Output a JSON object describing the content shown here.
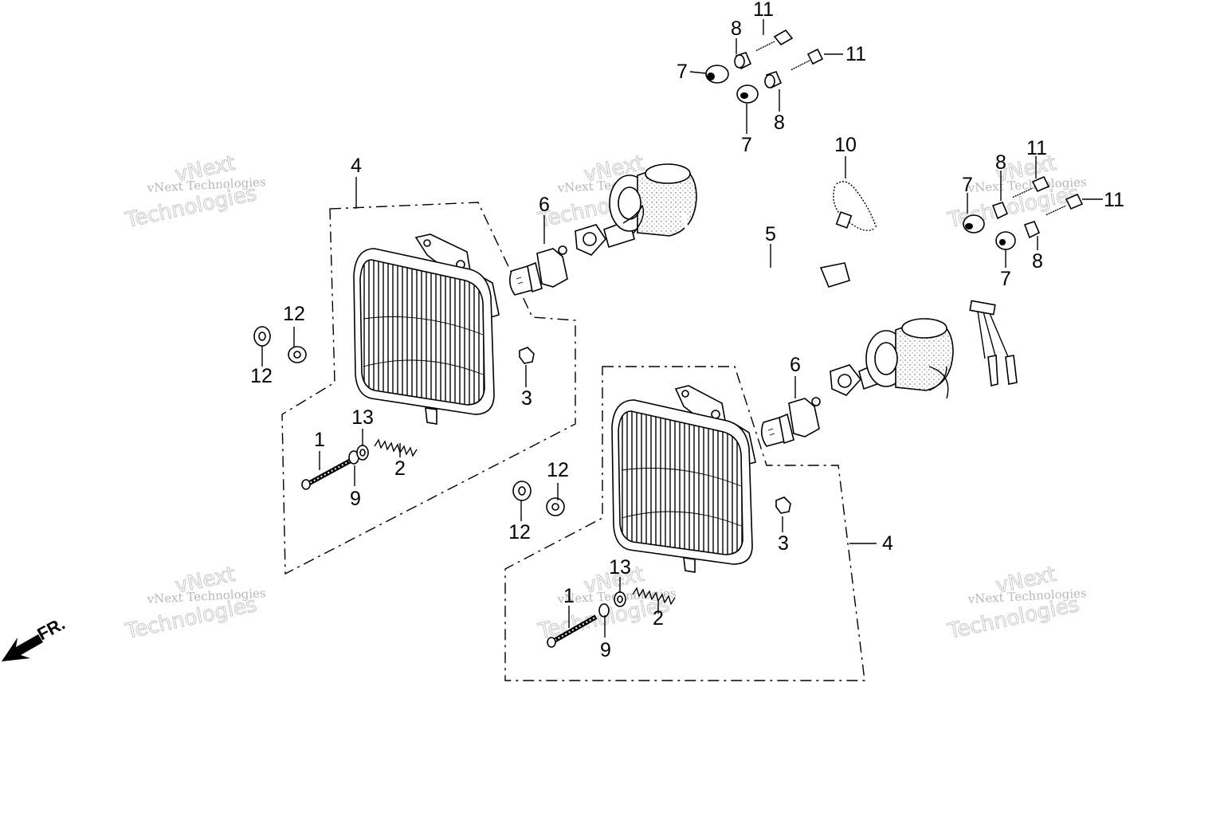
{
  "diagram": {
    "callouts": {
      "c1a": "1",
      "c2a": "2",
      "c3a": "3",
      "c4a": "4",
      "c6a": "6",
      "c9a": "9",
      "c12a": "12",
      "c12b": "12",
      "c13a": "13",
      "c1b": "1",
      "c2b": "2",
      "c3b": "3",
      "c4b": "4",
      "c6b": "6",
      "c9b": "9",
      "c12c": "12",
      "c12d": "12",
      "c13b": "13",
      "c5": "5",
      "c10": "10",
      "c7a": "7",
      "c7b": "7",
      "c8a": "8",
      "c8b": "8",
      "c11a": "11",
      "c11b": "11",
      "c7c": "7",
      "c7d": "7",
      "c8c": "8",
      "c8d": "8",
      "c11c": "11",
      "c11d": "11"
    },
    "direction_label": "FR.",
    "watermark": {
      "line1": "vNext Technologies",
      "line2": "vNext",
      "line3": "Technologies"
    }
  }
}
